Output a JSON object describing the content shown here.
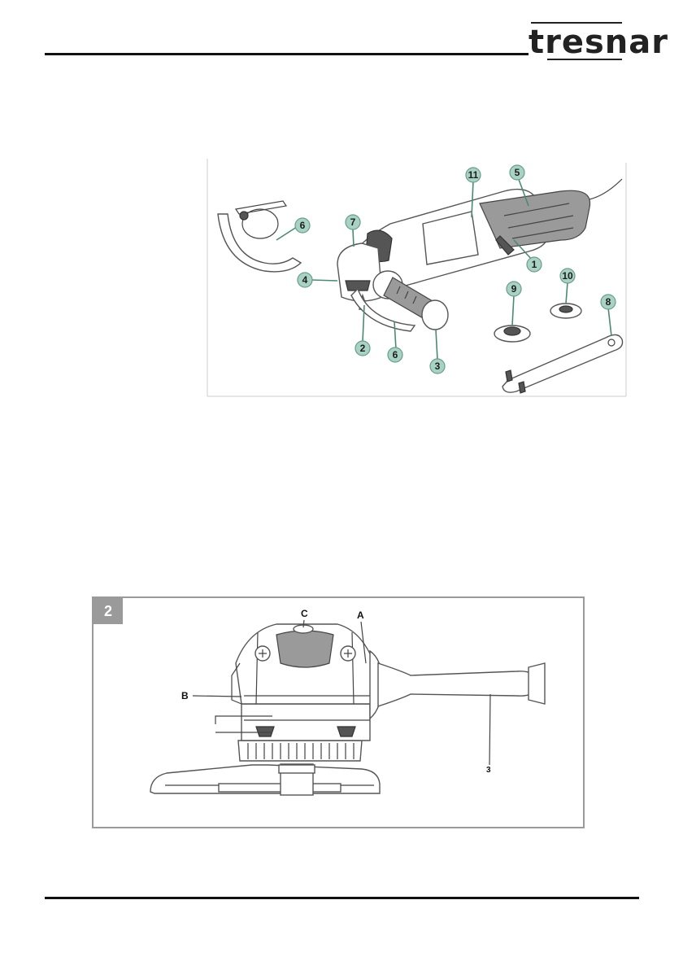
{
  "header": {
    "brand": "tresnar"
  },
  "figure1": {
    "callouts": [
      "1",
      "2",
      "3",
      "4",
      "5",
      "6",
      "6",
      "7",
      "8",
      "9",
      "10",
      "11"
    ]
  },
  "figure2": {
    "badge": "2",
    "labels": {
      "a": "A",
      "b": "B",
      "c": "C",
      "handle": "3"
    }
  }
}
